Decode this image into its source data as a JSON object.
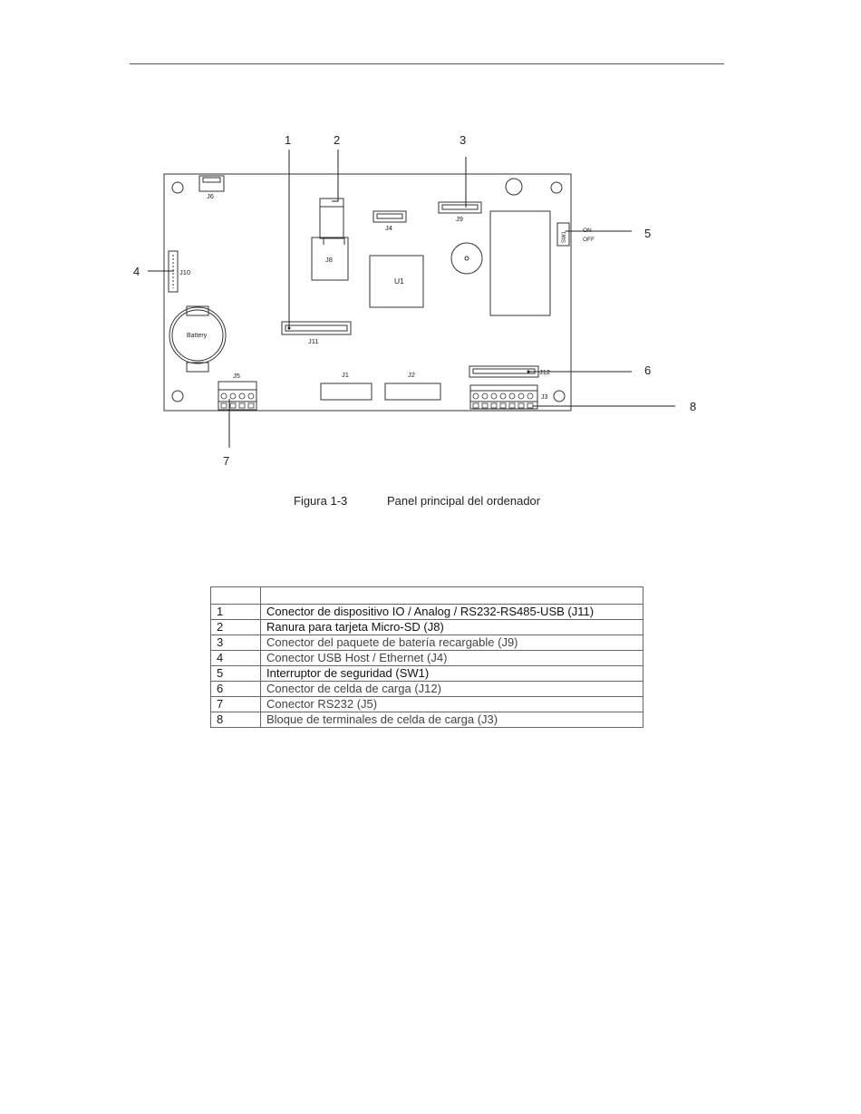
{
  "figure": {
    "callouts": [
      "1",
      "2",
      "3",
      "4",
      "5",
      "6",
      "7",
      "8"
    ],
    "board_labels": {
      "j6": "J6",
      "j4": "J4",
      "j9": "J9",
      "j8": "J8",
      "u1": "U1",
      "j10": "J10",
      "j11": "J11",
      "battery": "Battery",
      "j5": "J5",
      "j1": "J1",
      "j2": "J2",
      "j12": "J12",
      "j3": "J3",
      "sw1": "SW1",
      "on": "ON",
      "off": "OFF"
    },
    "caption_label": "Figura 1-3",
    "caption_text": "Panel principal del ordenador"
  },
  "table": {
    "header": [
      "",
      ""
    ],
    "rows": [
      {
        "num": "1",
        "desc": "Conector de dispositivo IO / Analog / RS232-RS485-USB (J11)"
      },
      {
        "num": "2",
        "desc": "Ranura para tarjeta Micro-SD (J8)"
      },
      {
        "num": "3",
        "desc": "Conector del paquete de batería recargable (J9)"
      },
      {
        "num": "4",
        "desc": "Conector USB Host / Ethernet (J4)"
      },
      {
        "num": "5",
        "desc": "Interruptor de seguridad (SW1)"
      },
      {
        "num": "6",
        "desc": "Conector de celda de carga (J12)"
      },
      {
        "num": "7",
        "desc": "Conector RS232 (J5)"
      },
      {
        "num": "8",
        "desc": "Bloque de terminales de celda de carga (J3)"
      }
    ]
  }
}
